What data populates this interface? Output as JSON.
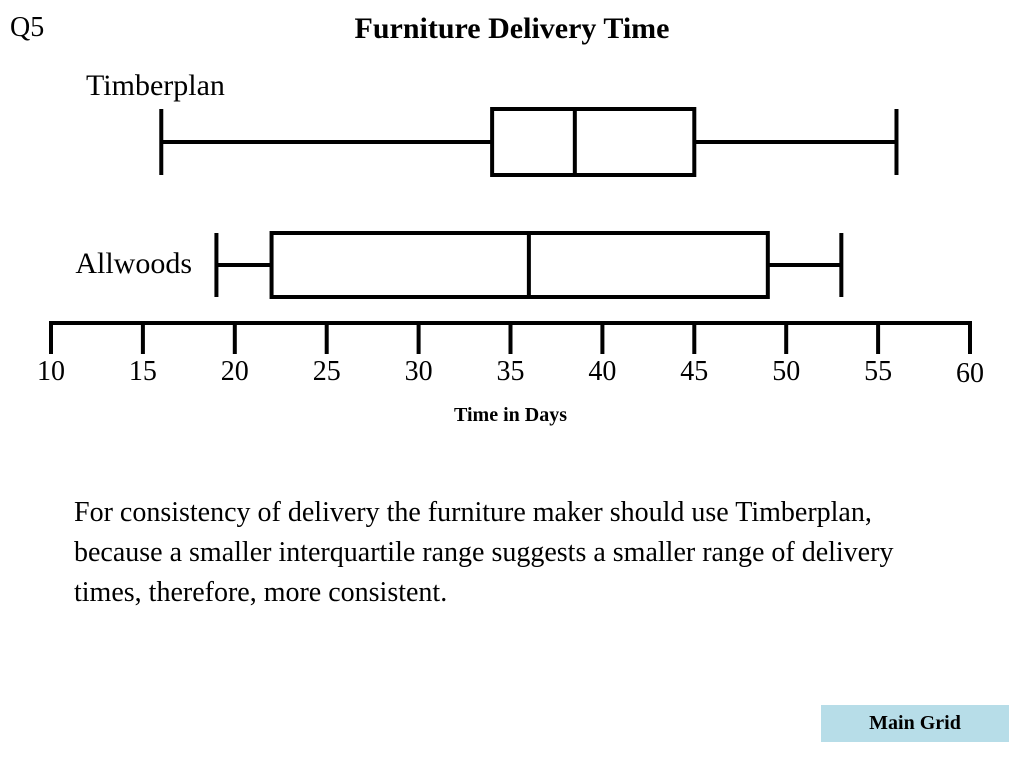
{
  "slide": {
    "question_label": "Q5",
    "conclusion": "For consistency of delivery the furniture maker should use Timberplan, because a smaller interquartile range suggests a smaller range of delivery times, therefore, more consistent.",
    "nav_button_label": "Main Grid",
    "nav_button_color": "#b7dde8"
  },
  "chart_data": {
    "type": "boxplot",
    "title": "Furniture Delivery Time",
    "xlabel": "Time in Days",
    "xlim": [
      10,
      60
    ],
    "xticks": [
      10,
      15,
      20,
      25,
      30,
      35,
      40,
      45,
      50,
      55,
      60
    ],
    "series": [
      {
        "name": "Timberplan",
        "min": 16,
        "q1": 34,
        "median": 38.5,
        "q3": 45,
        "max": 56
      },
      {
        "name": "Allwoods",
        "min": 19,
        "q1": 22,
        "median": 36,
        "q3": 49,
        "max": 53
      }
    ]
  }
}
